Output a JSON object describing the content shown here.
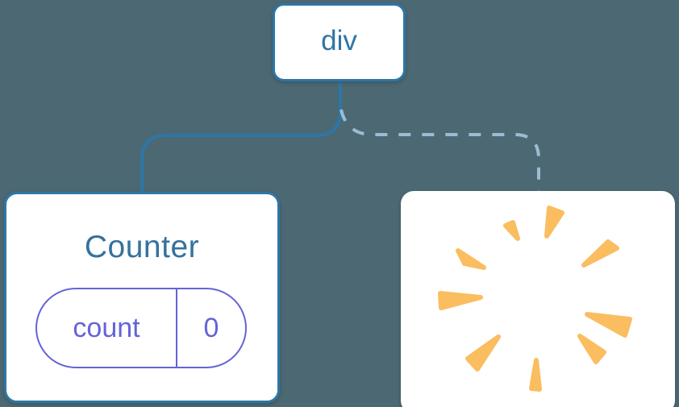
{
  "diagram": {
    "root_node": {
      "label": "div"
    },
    "counter_card": {
      "title": "Counter",
      "state_key": "count",
      "state_value": "0"
    },
    "removed_card": {
      "icon": "poof-starburst-icon"
    },
    "connectors": {
      "left": "solid",
      "right": "dashed"
    }
  },
  "colors": {
    "bg": "#4C6872",
    "node-blue": "#2E76A6",
    "title-blue": "#35719E",
    "pill-indigo": "#6464D8",
    "dash-blue": "#9CBCD4",
    "poof-orange": "#FABD60",
    "card-white": "#FFFFFF"
  }
}
